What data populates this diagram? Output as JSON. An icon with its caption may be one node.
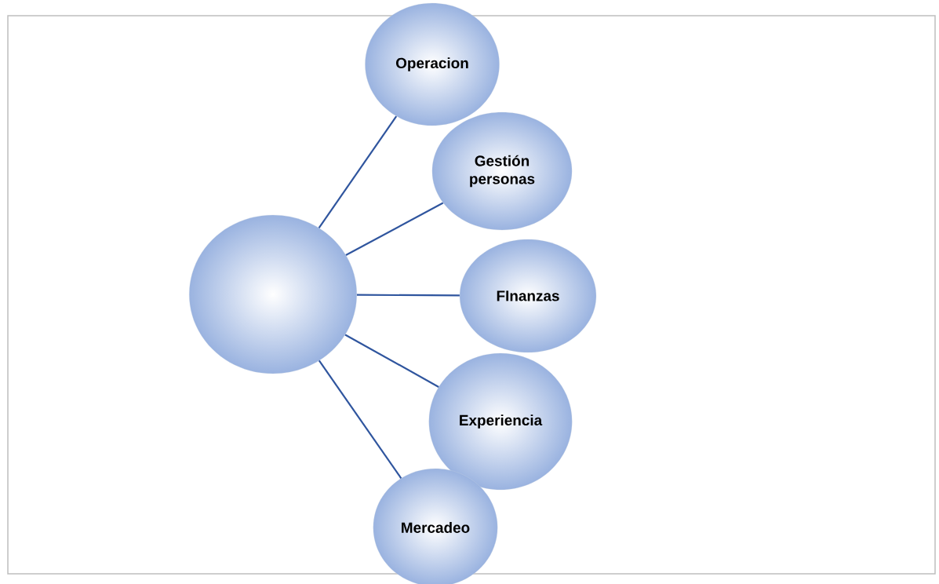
{
  "diagram": {
    "nodes": [
      {
        "text": [],
        "shape": "circle"
      },
      {
        "text": [
          "Operacion"
        ]
      },
      {
        "text": [
          "Gestión personas"
        ]
      },
      {
        "text": [
          "FInanzas"
        ]
      },
      {
        "text": [
          "Experiencia"
        ]
      },
      {
        "text": [
          "Mercadeo"
        ]
      }
    ],
    "edges": [
      {
        "from": 0,
        "to": 1,
        "arrow": "none"
      },
      {
        "from": 0,
        "to": 2,
        "arrow": "none"
      },
      {
        "from": 0,
        "to": 3,
        "arrow": "none"
      },
      {
        "from": 0,
        "to": 4,
        "arrow": "none"
      },
      {
        "from": 0,
        "to": 5,
        "arrow": "none"
      }
    ]
  }
}
